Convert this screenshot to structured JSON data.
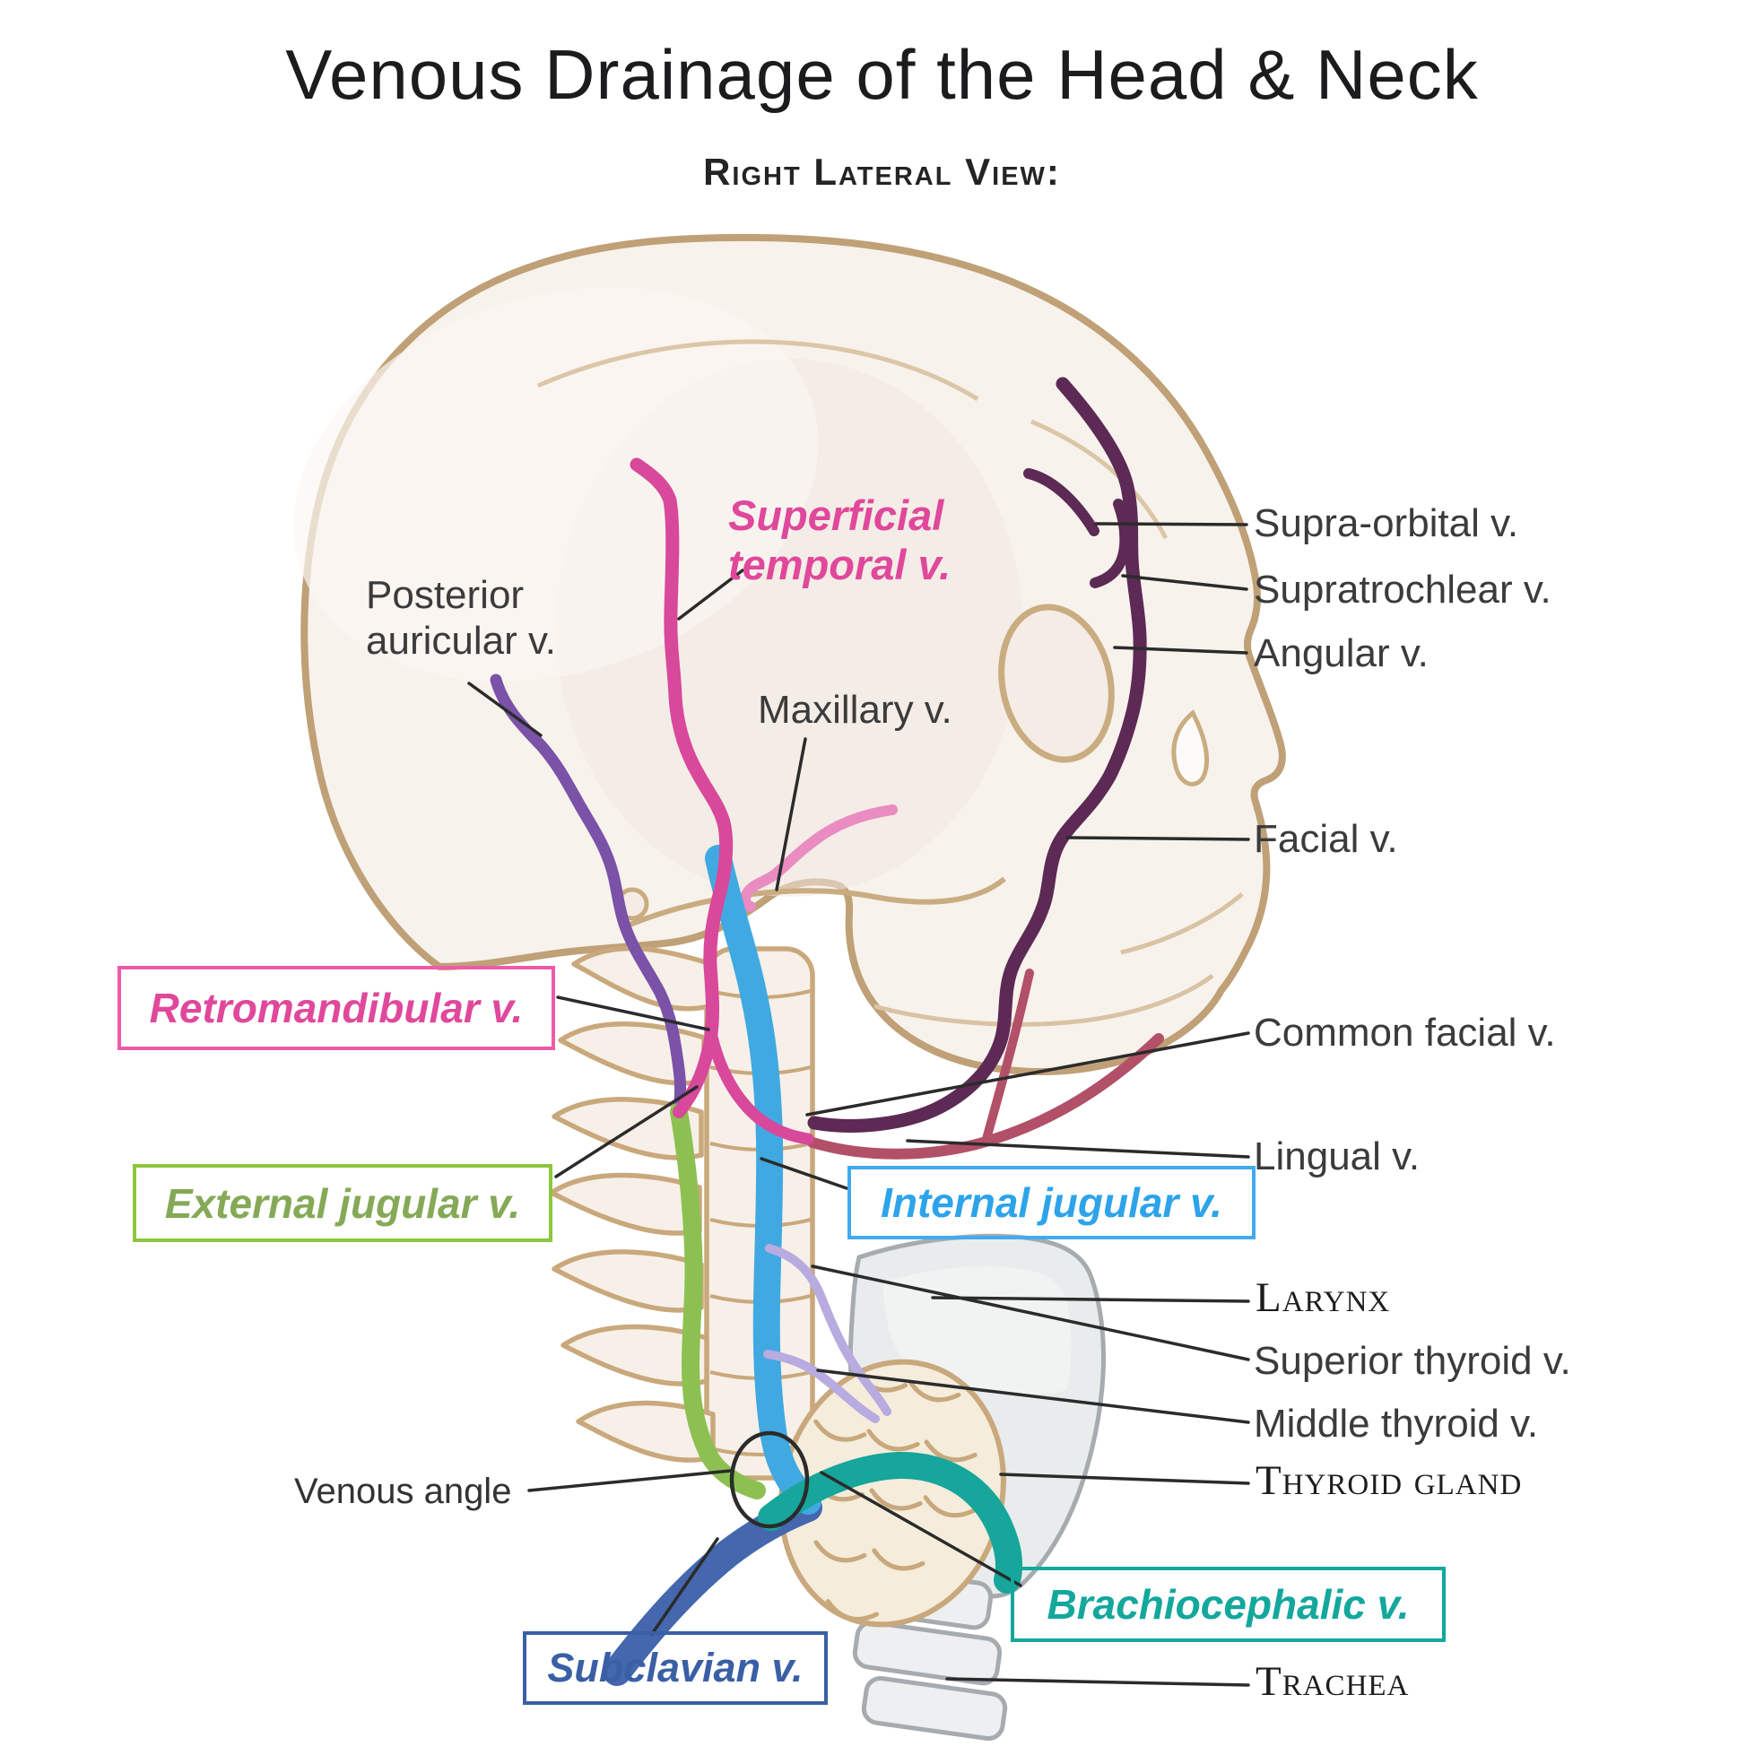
{
  "title": "Venous Drainage of the Head & Neck",
  "subtitle": "Right Lateral View:",
  "labels": {
    "superficial_temporal_1": "Superficial",
    "superficial_temporal_2": "temporal v.",
    "posterior_auricular_1": "Posterior",
    "posterior_auricular_2": "auricular v.",
    "maxillary": "Maxillary v.",
    "supra_orbital": "Supra-orbital v.",
    "supratrochlear": "Supratrochlear v.",
    "angular": "Angular v.",
    "facial": "Facial v.",
    "common_facial": "Common facial v.",
    "lingual": "Lingual v.",
    "larynx": "Larynx",
    "superior_thyroid": "Superior thyroid v.",
    "middle_thyroid": "Middle thyroid v.",
    "thyroid_gland": "Thyroid gland",
    "trachea": "Trachea",
    "venous_angle": "Venous angle",
    "retromandibular": "Retromandibular v.",
    "external_jugular": "External jugular v.",
    "internal_jugular": "Internal jugular v.",
    "brachiocephalic": "Brachiocephalic v.",
    "subclavian": "Subclavian v."
  },
  "colors": {
    "superficial_temporal": "#d8489b",
    "superficial_temporal_label": "#e0489b",
    "maxillary": "#e98cc1",
    "posterior_auricular": "#7a52a8",
    "facial": "#5c2a55",
    "lingual": "#b25068",
    "external_jugular": "#8cc152",
    "external_jugular_label": "#85a957",
    "external_jugular_border": "#8dc63f",
    "internal_jugular": "#41a9e1",
    "internal_jugular_label": "#2da3ea",
    "internal_jugular_border": "#41aaf0",
    "thyroid_veins": "#b8abdf",
    "brachiocephalic": "#16a69b",
    "brachiocephalic_label": "#14a79c",
    "subclavian": "#4467ae",
    "subclavian_label": "#3a5fa5",
    "retromandibular_border": "#ef5aa8",
    "skull_outline": "#bfa077",
    "leader_line": "#2b2b2b"
  }
}
